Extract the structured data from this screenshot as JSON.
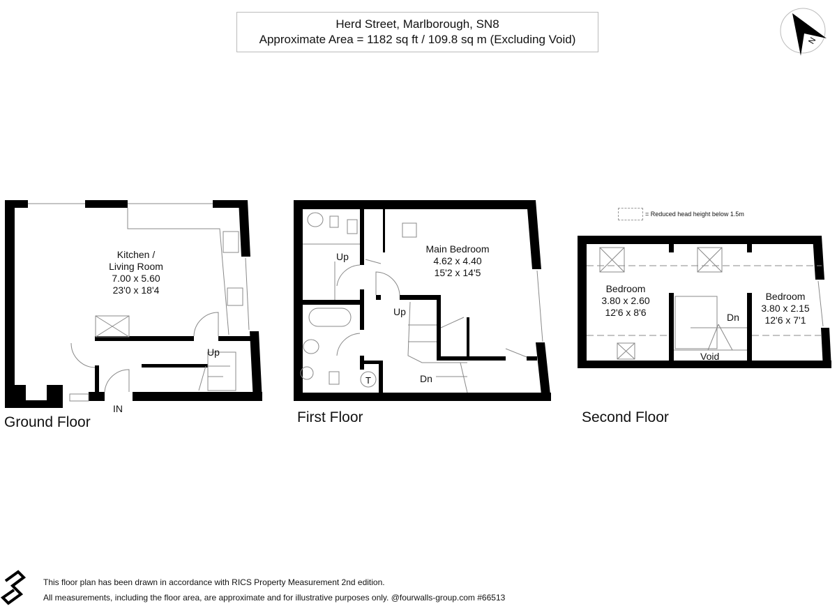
{
  "header": {
    "address": "Herd Street, Marlborough, SN8",
    "area": "Approximate Area = 1182 sq ft / 109.8 sq m (Excluding Void)"
  },
  "compass": {
    "icon": "north-arrow-icon",
    "letter": "N"
  },
  "legend": {
    "text": "= Reduced head height below 1.5m"
  },
  "floors": {
    "ground": {
      "label": "Ground Floor",
      "rooms": [
        {
          "name": "Kitchen /",
          "name2": "Living Room",
          "metric": "7.00 x 5.60",
          "imperial": "23'0 x 18'4"
        }
      ],
      "stairs": "Up",
      "entrance": "IN"
    },
    "first": {
      "label": "First Floor",
      "rooms": [
        {
          "name": "Main Bedroom",
          "metric": "4.62 x 4.40",
          "imperial": "15'2 x 14'5"
        }
      ],
      "stairs_up_1": "Up",
      "stairs_up_2": "Up",
      "stairs_down": "Dn",
      "tank": "T"
    },
    "second": {
      "label": "Second Floor",
      "rooms": [
        {
          "name": "Bedroom",
          "metric": "3.80 x 2.60",
          "imperial": "12'6 x 8'6"
        },
        {
          "name": "Bedroom",
          "metric": "3.80 x 2.15",
          "imperial": "12'6 x 7'1"
        }
      ],
      "stairs_down": "Dn",
      "void": "Void"
    }
  },
  "footer": {
    "logo": "fourwalls-logo",
    "line1": "This floor plan has been drawn in accordance with RICS Property Measurement 2nd edition.",
    "line2": "All measurements, including the floor area, are approximate and for illustrative purposes only. @fourwalls-group.com #66513"
  },
  "colors": {
    "wall": "#000000",
    "fixture": "#888888",
    "border": "#bbbbbb"
  }
}
